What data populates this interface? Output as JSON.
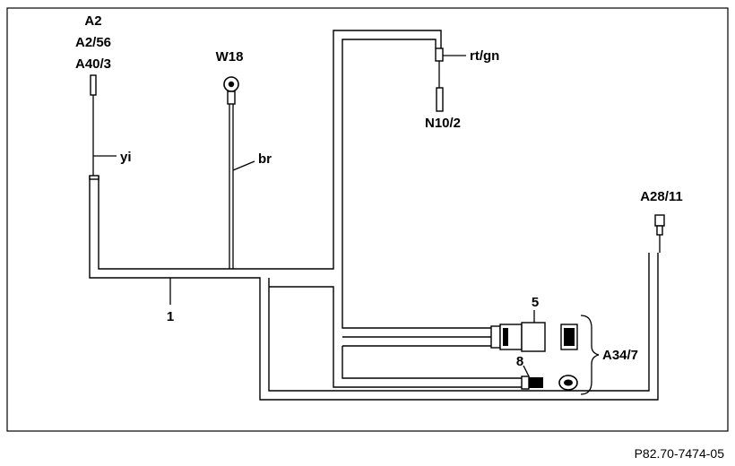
{
  "labels": {
    "a2": "A2",
    "a2_56": "A2/56",
    "a40_3": "A40/3",
    "w18": "W18",
    "yi": "yi",
    "br": "br",
    "rt_gn": "rt/gn",
    "n10_2": "N10/2",
    "a28_11": "A28/11",
    "item_1": "1",
    "item_5": "5",
    "item_8": "8",
    "a34_7": "A34/7"
  },
  "figure_ref": "P82.70-7474-05"
}
